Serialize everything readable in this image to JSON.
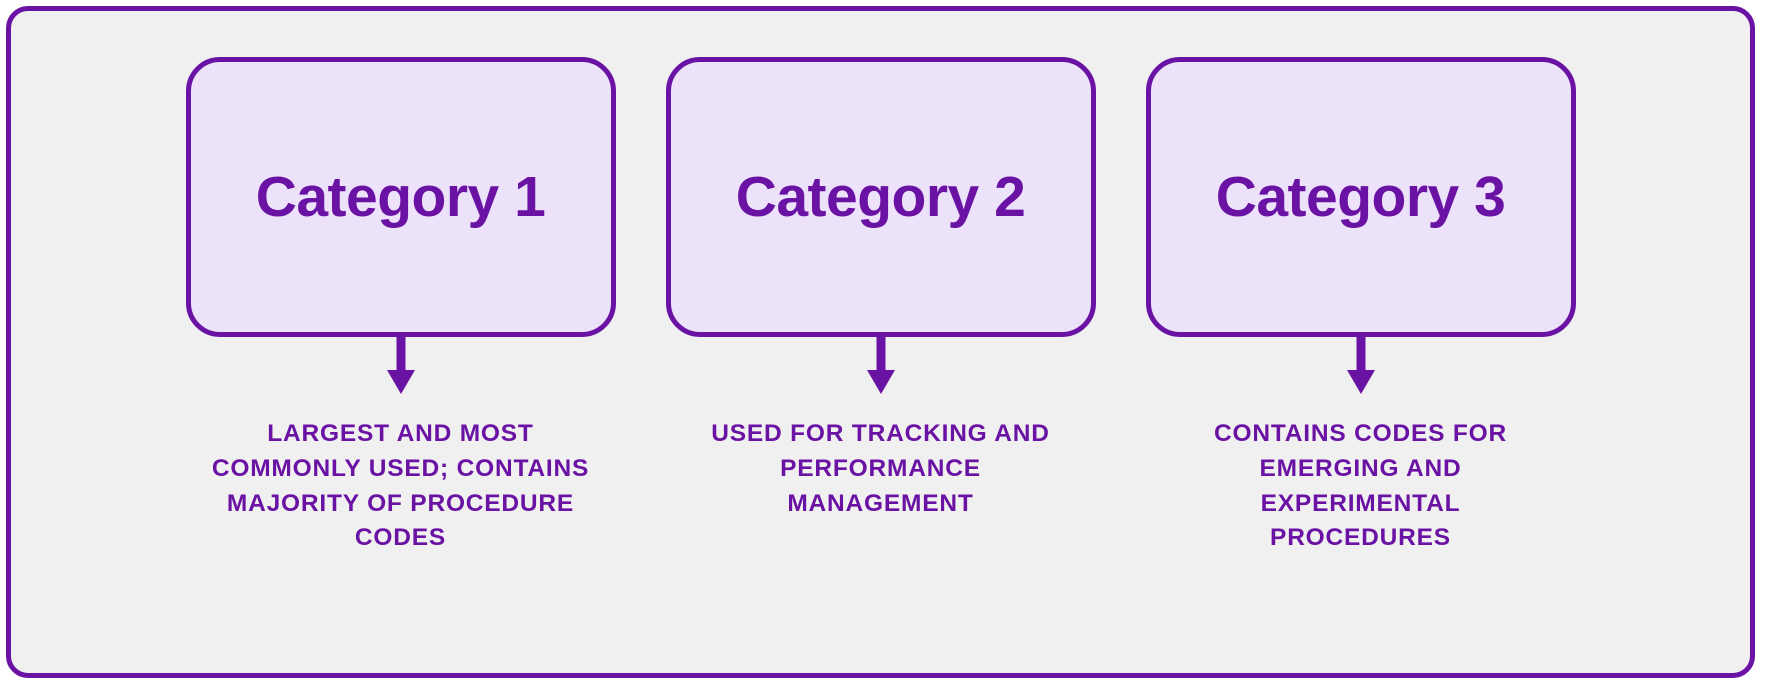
{
  "diagram": {
    "frame_border_color": "#6a12a3",
    "frame_background_color": "#f1f0f0",
    "card_background_color": "#ece2fa",
    "accent_color": "#6a12a3",
    "columns": [
      {
        "title": "Category 1",
        "arrow_icon": "arrow-down-icon",
        "caption": "Largest and most commonly used; contains majority of procedure codes"
      },
      {
        "title": "Category 2",
        "arrow_icon": "arrow-down-icon",
        "caption": "Used for tracking and performance management"
      },
      {
        "title": "Category 3",
        "arrow_icon": "arrow-down-icon",
        "caption": "Contains codes for emerging and experimental procedures"
      }
    ]
  }
}
